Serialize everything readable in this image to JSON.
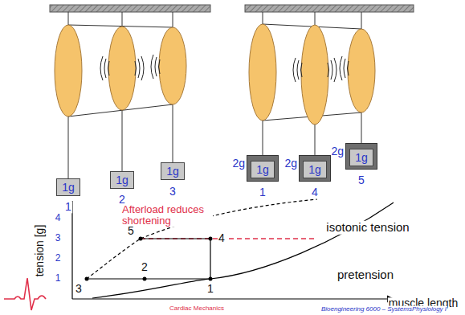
{
  "diagram": {
    "nodes": [
      {
        "text": [
          "1g"
        ]
      },
      {
        "text": [
          "1g"
        ]
      },
      {
        "text": [
          "1g"
        ]
      },
      {
        "text": [
          "2g"
        ]
      },
      {
        "text": [
          "1g"
        ],
        "in": 3
      },
      {
        "text": [
          "2g"
        ]
      },
      {
        "text": [
          "1g"
        ],
        "in": 5
      },
      {
        "text": [
          "2g"
        ]
      },
      {
        "text": [
          "1g"
        ],
        "in": 7
      }
    ],
    "labels": [
      "1",
      "2",
      "3",
      "1",
      "4",
      "5",
      "Afterload reduces shortening",
      "isotonic tension",
      "pretension",
      "tension [g]",
      "4",
      "3",
      "2",
      "1",
      "5",
      "4",
      "3",
      "2",
      "1",
      "muscle length",
      "Cardiac Mechanics",
      "Bioengineering 6000 – SystemsPhysiology I"
    ]
  }
}
